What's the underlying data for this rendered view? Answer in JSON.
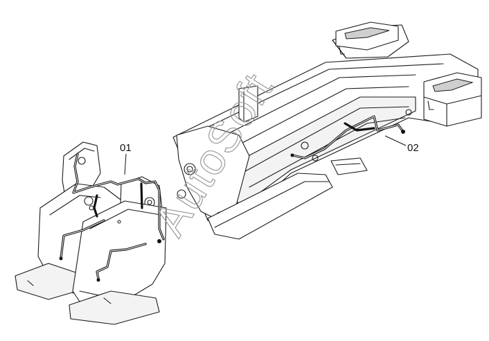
{
  "callouts": [
    {
      "id": "01",
      "text": "01"
    },
    {
      "id": "02",
      "text": "02"
    }
  ],
  "watermark": "AutoSoft",
  "colors": {
    "line": "#1a1a1a",
    "harness": "#111111",
    "watermark": "#9a9a9a",
    "background": "#ffffff"
  }
}
